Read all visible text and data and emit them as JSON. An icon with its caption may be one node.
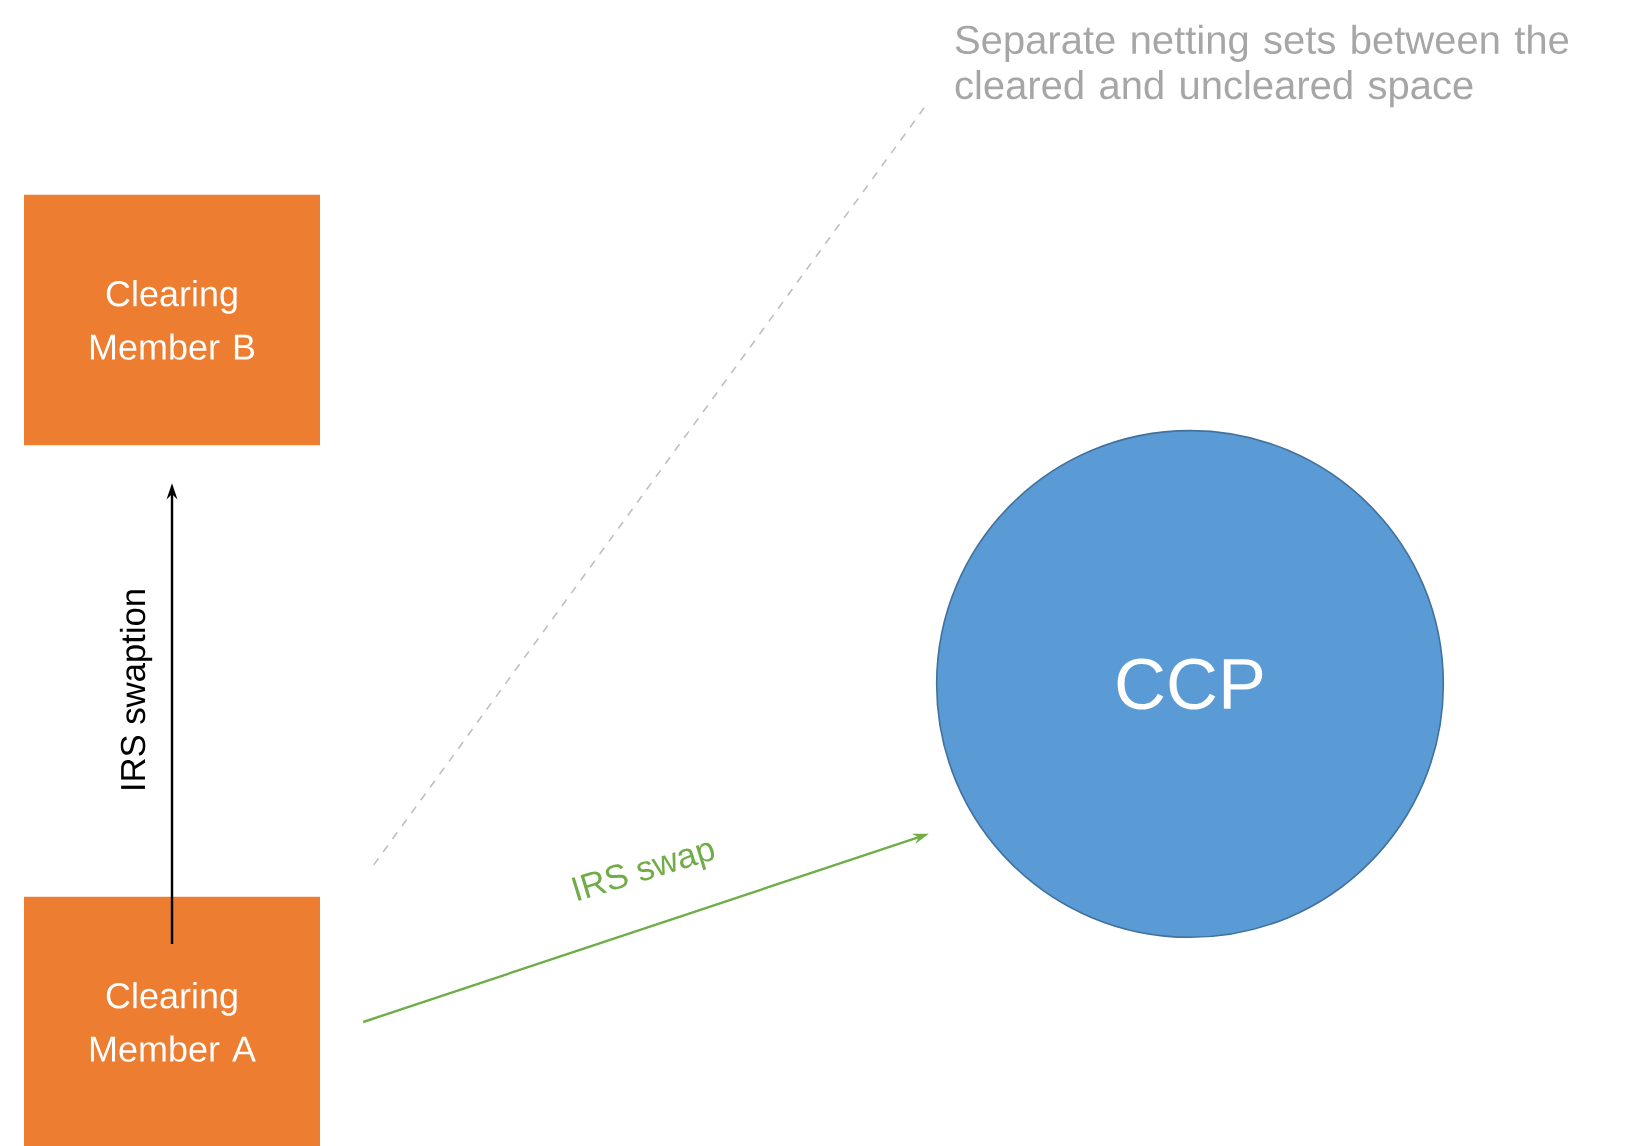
{
  "diagram": {
    "nodes": [
      {
        "text": [
          "Clearing Member B"
        ]
      },
      {
        "text": [
          "Clearing Member A"
        ]
      },
      {
        "text": [
          "CCP"
        ]
      },
      {
        "text": [
          "Separate netting sets between the cleared and uncleared space"
        ]
      }
    ],
    "edges": [
      {
        "from": 1,
        "to": 0,
        "arrow": "to",
        "label": "IRS swaption"
      },
      {
        "from": 1,
        "to": 2,
        "arrow": "to",
        "label": "IRS swap",
        "color": "#70ad47"
      },
      {
        "from": 3,
        "to": null,
        "arrow": "none",
        "style": "dashed",
        "color": "#bfbfbf"
      }
    ]
  }
}
